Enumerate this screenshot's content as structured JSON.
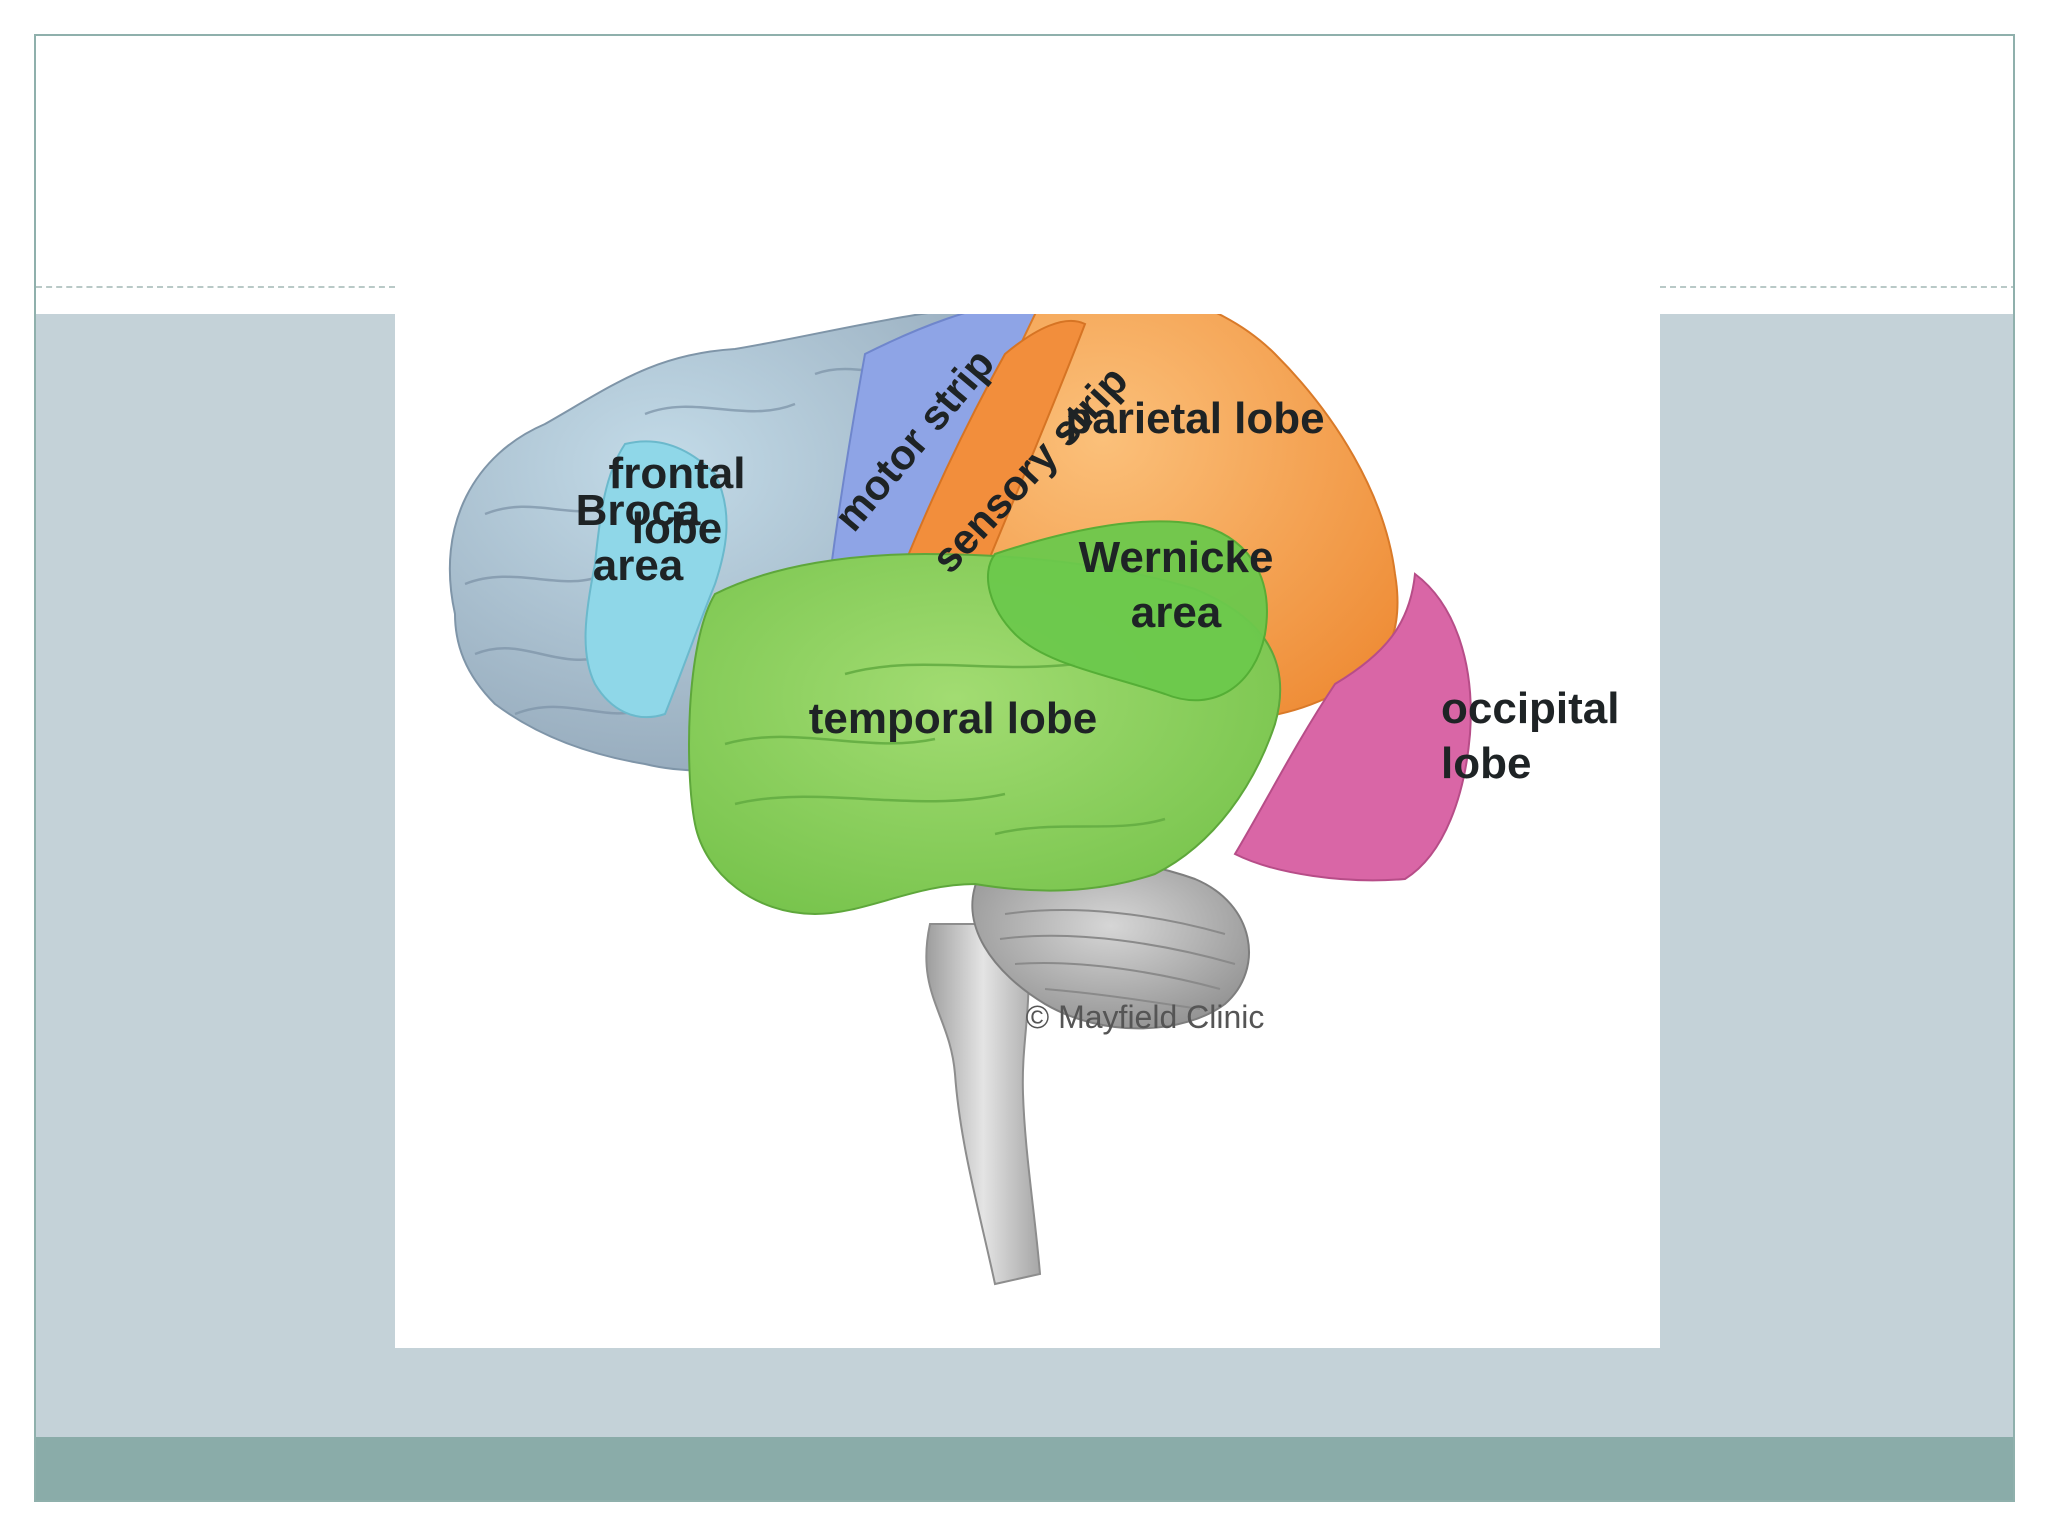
{
  "labels": {
    "frontal_line1": "frontal",
    "frontal_line2": "lobe",
    "motor": "motor strip",
    "sensory": "sensory strip",
    "parietal": "parietal lobe",
    "broca_line1": "Broca",
    "broca_line2": "area",
    "wernicke_line1": "Wernicke",
    "wernicke_line2": "area",
    "temporal": "temporal lobe",
    "occipital_line1": "occipital",
    "occipital_line2": "lobe",
    "credit": "© Mayfield Clinic"
  },
  "colors": {
    "frontal": "#a9c3d3",
    "frontal_dark": "#9fb1c1",
    "motor": "#8ea4e6",
    "sensory": "#f28e3c",
    "parietal": "#f6a24a",
    "broca": "#8fd7e8",
    "wernicke": "#6cc94c",
    "temporal": "#8fd15f",
    "occipital": "#d966a6",
    "cerebellum": "#a8a8a8",
    "brainstem": "#c9c9c9",
    "slide_band": "#c4d2d8",
    "footer_band": "#8aaca9"
  }
}
